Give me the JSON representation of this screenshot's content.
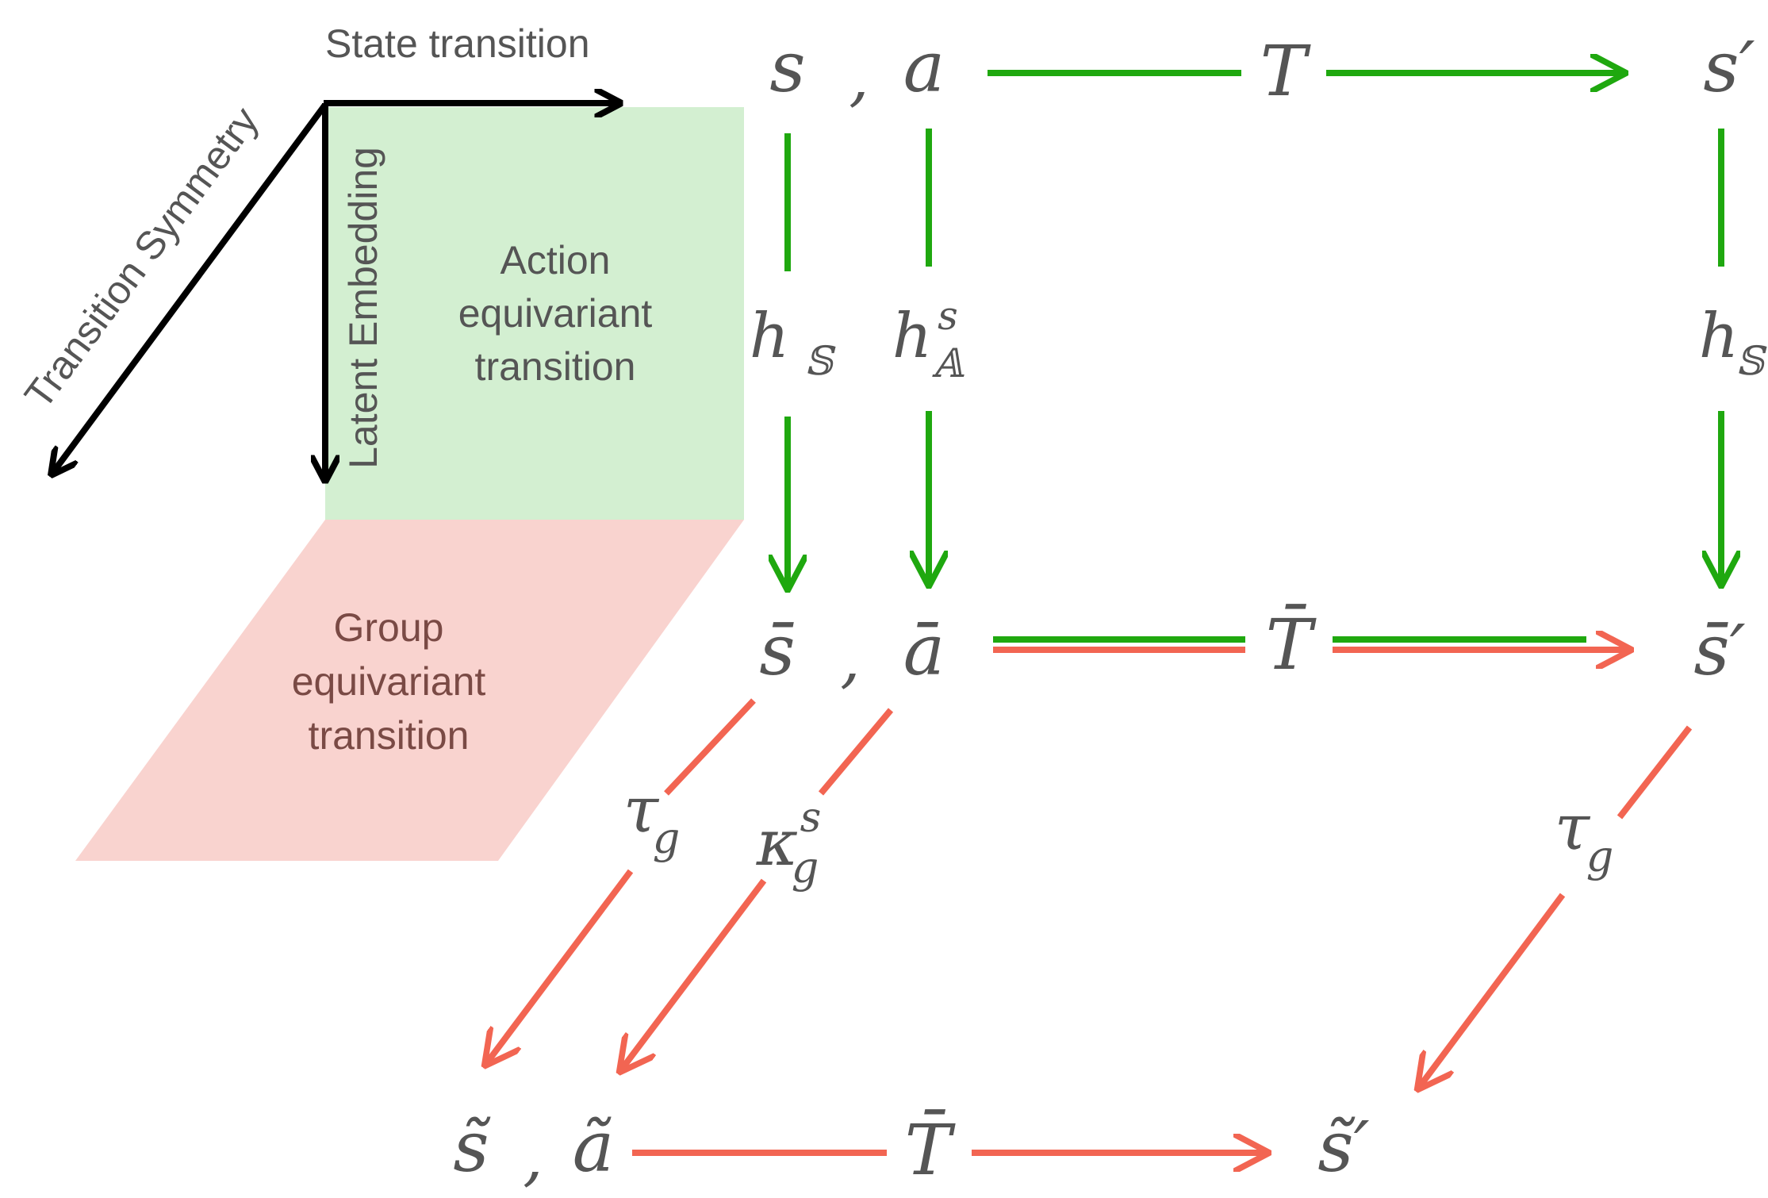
{
  "legend": {
    "state_transition": "State transition",
    "transition_symmetry": "Transition Symmetry",
    "latent_embedding": "Latent Embedding",
    "action_box": [
      "Action",
      "equivariant",
      "transition"
    ],
    "group_box": [
      "Group",
      "equivariant",
      "transition"
    ]
  },
  "nodes": {
    "s": "s",
    "a": "a",
    "s_prime": "s′",
    "s_bar": "s̄",
    "a_bar": "ā",
    "s_bar_prime": "s̄′",
    "s_tilde": "s̃",
    "a_tilde": "ã",
    "s_tilde_prime": "s̃′",
    "comma": ","
  },
  "maps": {
    "T": "T",
    "T_bar": "T̄",
    "h_S": "h",
    "h_S_sub": "𝕊",
    "h_A": "h",
    "h_A_sub": "𝔸",
    "h_A_sup": "s",
    "tau": "τ",
    "tau_sub": "g",
    "kappa": "κ",
    "kappa_sub": "g",
    "kappa_sup": "s"
  },
  "colors": {
    "green": "#1fa80f",
    "red": "#f26552",
    "black": "#000000",
    "text": "#555555",
    "green_box": "#d3efd1",
    "red_box": "#f9d3cf",
    "red_text": "#7a4a45"
  }
}
